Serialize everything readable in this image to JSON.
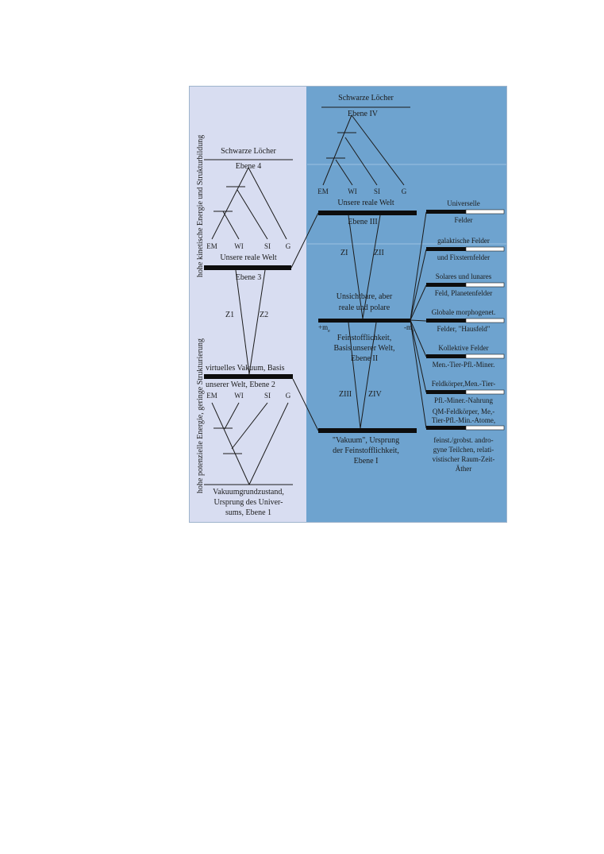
{
  "axis": {
    "upper": "hohe kinetische Energie und Strukturbildung",
    "lower": "hohe potenzielle Energie, geringe Strukturierung"
  },
  "left": {
    "black_holes": "Schwarze Löcher",
    "level4": "Ebene 4",
    "forces": [
      "EM",
      "WI",
      "SI",
      "G"
    ],
    "real_world": "Unsere reale Welt",
    "level3": "Ebene 3",
    "z1": "Z1",
    "z2": "Z2",
    "vacuum_line1": "virtuelles Vakuum, Basis",
    "vacuum_line2": "unserer Welt, Ebene 2",
    "ground_line1": "Vakuumgrundzustand,",
    "ground_line2": "Ursprung des Univer-",
    "ground_line3": "sums, Ebene 1"
  },
  "middle": {
    "black_holes": "Schwarze Löcher",
    "level4": "Ebene IV",
    "forces": [
      "EM",
      "WI",
      "SI",
      "G"
    ],
    "real_world": "Unsere reale Welt",
    "level3": "Ebene III",
    "zi": "ZI",
    "zii": "ZII",
    "invisible_line1": "Unsichtbare, aber",
    "invisible_line2": "reale und polare",
    "plus_m": "+m",
    "minus_m": "-m",
    "fine_line1": "Feinstofflichkeit,",
    "fine_line2": "Basis unserer Welt,",
    "fine_line3": "Ebene II",
    "ziii": "ZIII",
    "ziv": "ZIV",
    "vacuum_line1": "\"Vakuum\", Ursprung",
    "vacuum_line2": "der Feinstofflichkeit,",
    "vacuum_line3": "Ebene I"
  },
  "fields": [
    {
      "line1": "Universelle",
      "line2": "Felder"
    },
    {
      "line1": "galaktische Felder",
      "line2": "und Fixsternfelder"
    },
    {
      "line1": "Solares und lunares",
      "line2": "Feld, Planetenfelder"
    },
    {
      "line1": "Globale morphogenet.",
      "line2": "Felder, \"Hausfeld\""
    },
    {
      "line1": "Kollektive Felder",
      "line2": "Men.-Tier-Pfl.-Miner."
    },
    {
      "line1": "Feldkörper,Men.-Tier-",
      "line2": "Pfl.-Miner.-Nahrung"
    },
    {
      "line1": "QM-Feldkörper, Me,-",
      "line2": "Tier-Pfl.-Min.-Atome,"
    }
  ],
  "bottom_note": {
    "line1": "feinst./grobst. andro-",
    "line2": "gyne Teilchen, relati-",
    "line3": "vistischer Raum-Zeit-",
    "line4": "Äther"
  },
  "colors": {
    "left_panel": "#d8ddf1",
    "right_panel": "#6ea3cf",
    "ink": "#1b1b1b"
  }
}
